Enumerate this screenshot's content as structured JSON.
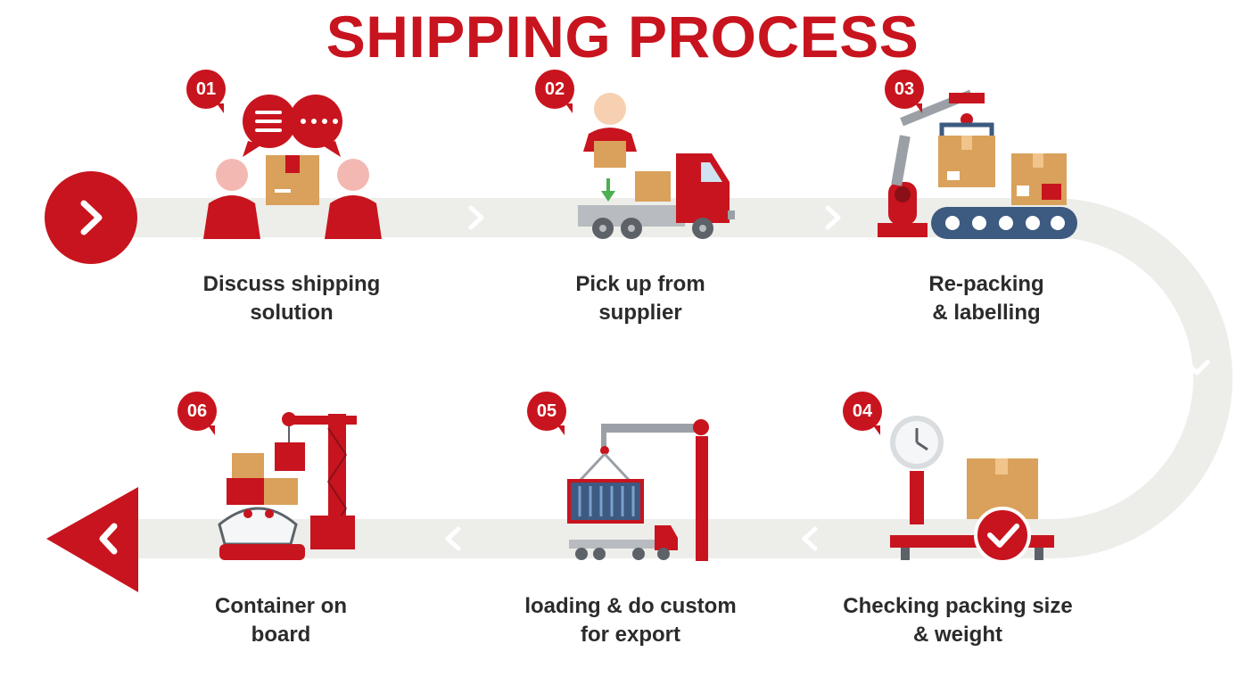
{
  "title": "SHIPPING PROCESS",
  "colors": {
    "accent": "#c8141e",
    "track": "#ededea",
    "text": "#2b2b2b"
  },
  "steps": [
    {
      "number": "01",
      "line1": "Discuss shipping",
      "line2": "solution",
      "icon": "discussion-icon"
    },
    {
      "number": "02",
      "line1": "Pick up from",
      "line2": "supplier",
      "icon": "pickup-truck-icon"
    },
    {
      "number": "03",
      "line1": "Re-packing",
      "line2": "& labelling",
      "icon": "conveyor-robot-icon"
    },
    {
      "number": "04",
      "line1": "Checking packing size",
      "line2": "& weight",
      "icon": "weighing-scale-icon"
    },
    {
      "number": "05",
      "line1": "loading & do custom",
      "line2": "for export",
      "icon": "container-crane-icon"
    },
    {
      "number": "06",
      "line1": "Container on",
      "line2": "board",
      "icon": "cargo-ship-icon"
    }
  ]
}
